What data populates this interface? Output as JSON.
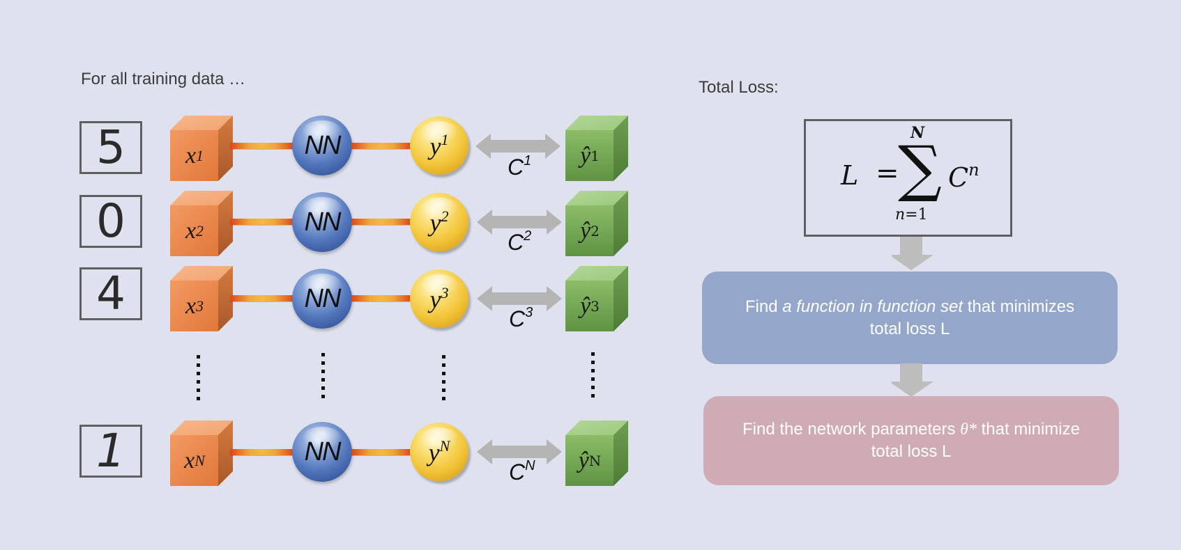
{
  "left_panel": {
    "heading": "For all training data …",
    "rows": [
      {
        "digit": "5",
        "x_var": "x",
        "x_sub": "1",
        "nn_label": "NN",
        "y_var": "y",
        "y_sup": "1",
        "cost_var": "C",
        "cost_sup": "1",
        "target_var": "ŷ",
        "target_sup": "1"
      },
      {
        "digit": "0",
        "x_var": "x",
        "x_sub": "2",
        "nn_label": "NN",
        "y_var": "y",
        "y_sup": "2",
        "cost_var": "C",
        "cost_sup": "2",
        "target_var": "ŷ",
        "target_sup": "2"
      },
      {
        "digit": "4",
        "x_var": "x",
        "x_sub": "3",
        "nn_label": "NN",
        "y_var": "y",
        "y_sup": "3",
        "cost_var": "C",
        "cost_sup": "3",
        "target_var": "ŷ",
        "target_sup": "3"
      },
      {
        "digit": "1",
        "x_var": "x",
        "x_sub": "N",
        "nn_label": "NN",
        "y_var": "y",
        "y_sup": "N",
        "cost_var": "C",
        "cost_sup": "N",
        "target_var": "ŷ",
        "target_sup": "N"
      }
    ],
    "ellipsis_icon": "vertical-dots"
  },
  "right_panel": {
    "heading": "Total Loss:",
    "formula": {
      "lhs": "L",
      "equals": "=",
      "sum_symbol": "∑",
      "upper_limit": "N",
      "lower_var": "n",
      "lower_eq": "=1",
      "term": "C",
      "term_sup": "n"
    },
    "step1": {
      "prefix": "Find ",
      "emphasis": "a function in function set",
      "suffix": " that minimizes",
      "line2": "total loss  L"
    },
    "step2": {
      "prefix": "Find the network parameters ",
      "symbol": "θ*",
      "suffix": " that minimize",
      "line2": "total loss  L"
    }
  },
  "colors": {
    "background": "#dfe2ee",
    "input_cube": "#e8854a",
    "target_cube": "#77a856",
    "nn_sphere": "#5478bd",
    "output_sphere": "#f1c235",
    "step1_box": "#94a7cb",
    "step2_box": "#cfabb6",
    "arrow_gray": "#b8b8b8"
  }
}
